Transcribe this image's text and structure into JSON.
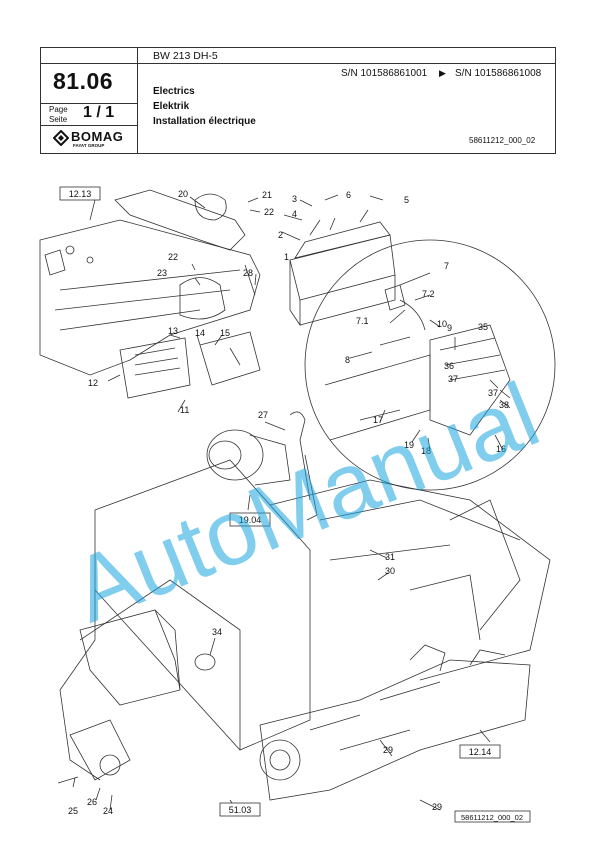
{
  "header": {
    "model": "BW 213 DH-5",
    "serial_from": "S/N 101586861001",
    "serial_arrow": "▶",
    "serial_to": "S/N 101586861008",
    "section": "81.06",
    "page_label_1": "Page",
    "page_label_2": "Seite",
    "page_number": "1 / 1",
    "title_en": "Electrics",
    "title_de": "Elektrik",
    "title_fr": "Installation électrique",
    "doc_id": "58611212_000_02",
    "logo_text": "BOMAG",
    "logo_sub": "FAYAT GROUP"
  },
  "diagram": {
    "part_labels": [
      "1",
      "2",
      "3",
      "4",
      "5",
      "6",
      "7",
      "7.1",
      "7.2",
      "8",
      "9",
      "10",
      "11",
      "12",
      "13",
      "14",
      "15",
      "16",
      "17",
      "18",
      "19",
      "20",
      "21",
      "22",
      "22",
      "23",
      "24",
      "25",
      "26",
      "27",
      "28",
      "29",
      "29",
      "30",
      "31",
      "34",
      "35",
      "36",
      "37",
      "37",
      "38"
    ],
    "ref_boxes": [
      "12.13",
      "19.04",
      "12.14",
      "51.03"
    ],
    "footer_id": "58611212_000_02"
  },
  "watermark": "AutoManual",
  "colors": {
    "watermark": "#1aa6e0",
    "line": "#333333"
  }
}
